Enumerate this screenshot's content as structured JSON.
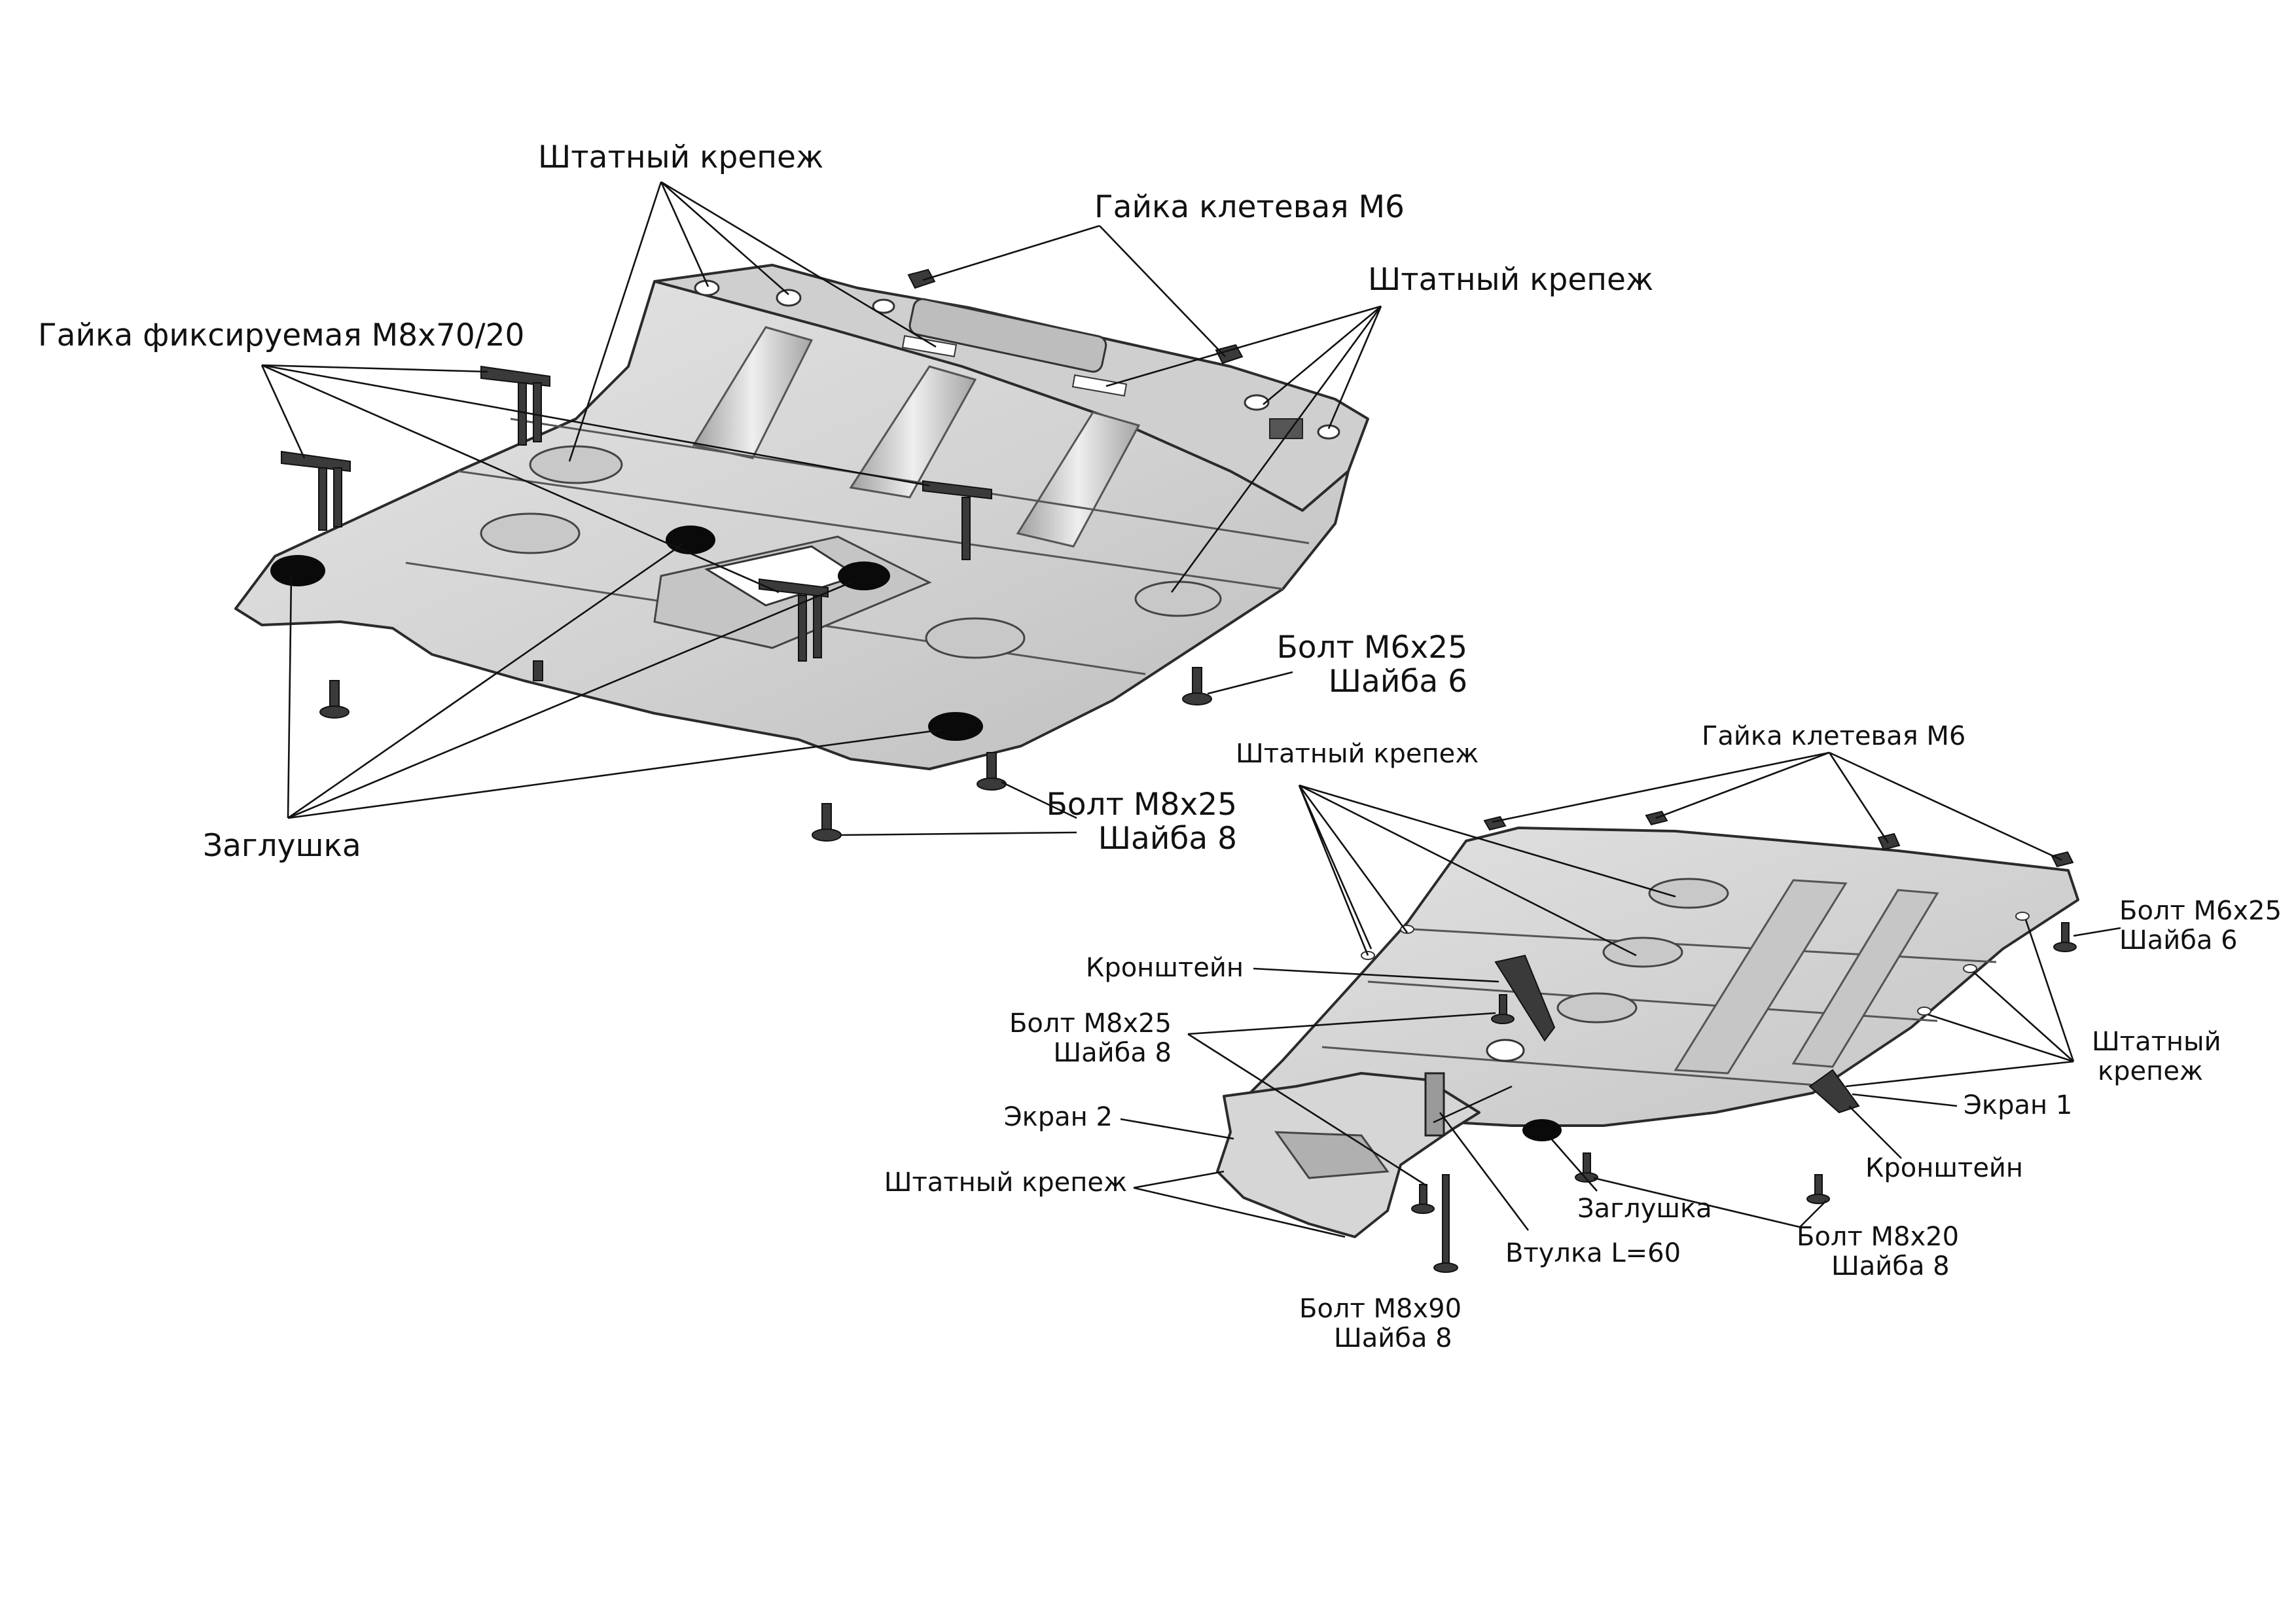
{
  "top_assembly": {
    "label_factory_fastener_1": "Штатный крепеж",
    "label_cage_nut": "Гайка клетевая М6",
    "label_factory_fastener_2": "Штатный крепеж",
    "label_fixed_nut": "Гайка фиксируемая М8х70/20",
    "label_bolt_m6_line1": "Болт М6х25",
    "label_bolt_m6_line2": "Шайба 6",
    "label_bolt_m8_line1": "Болт М8х25",
    "label_bolt_m8_line2": "Шайба 8",
    "label_plug": "Заглушка"
  },
  "bottom_assembly": {
    "label_factory_fastener_top": "Штатный крепеж",
    "label_cage_nut": "Гайка клетевая М6",
    "label_bolt_m6_line1": "Болт М6х25",
    "label_bolt_m6_line2": "Шайба 6",
    "label_bracket_left": "Кронштейн",
    "label_bolt_m8x25_line1": "Болт М8х25",
    "label_bolt_m8x25_line2": "Шайба 8",
    "label_factory_fastener_right_line1": "Штатный",
    "label_factory_fastener_right_line2": "крепеж",
    "label_screen2": "Экран 2",
    "label_screen1": "Экран 1",
    "label_factory_fastener_left": "Штатный крепеж",
    "label_bracket_right": "Кронштейн",
    "label_plug": "Заглушка",
    "label_bolt_m8x20_line1": "Болт М8х20",
    "label_bolt_m8x20_line2": "Шайба 8",
    "label_sleeve": "Втулка L=60",
    "label_bolt_m8x90_line1": "Болт М8х90",
    "label_bolt_m8x90_line2": "Шайба 8"
  },
  "colors": {
    "plate_fill": "#d9d9d9",
    "plate_shade": "#bcbcbc",
    "plate_highlight": "#ececec",
    "plug": "#0a0a0a"
  }
}
